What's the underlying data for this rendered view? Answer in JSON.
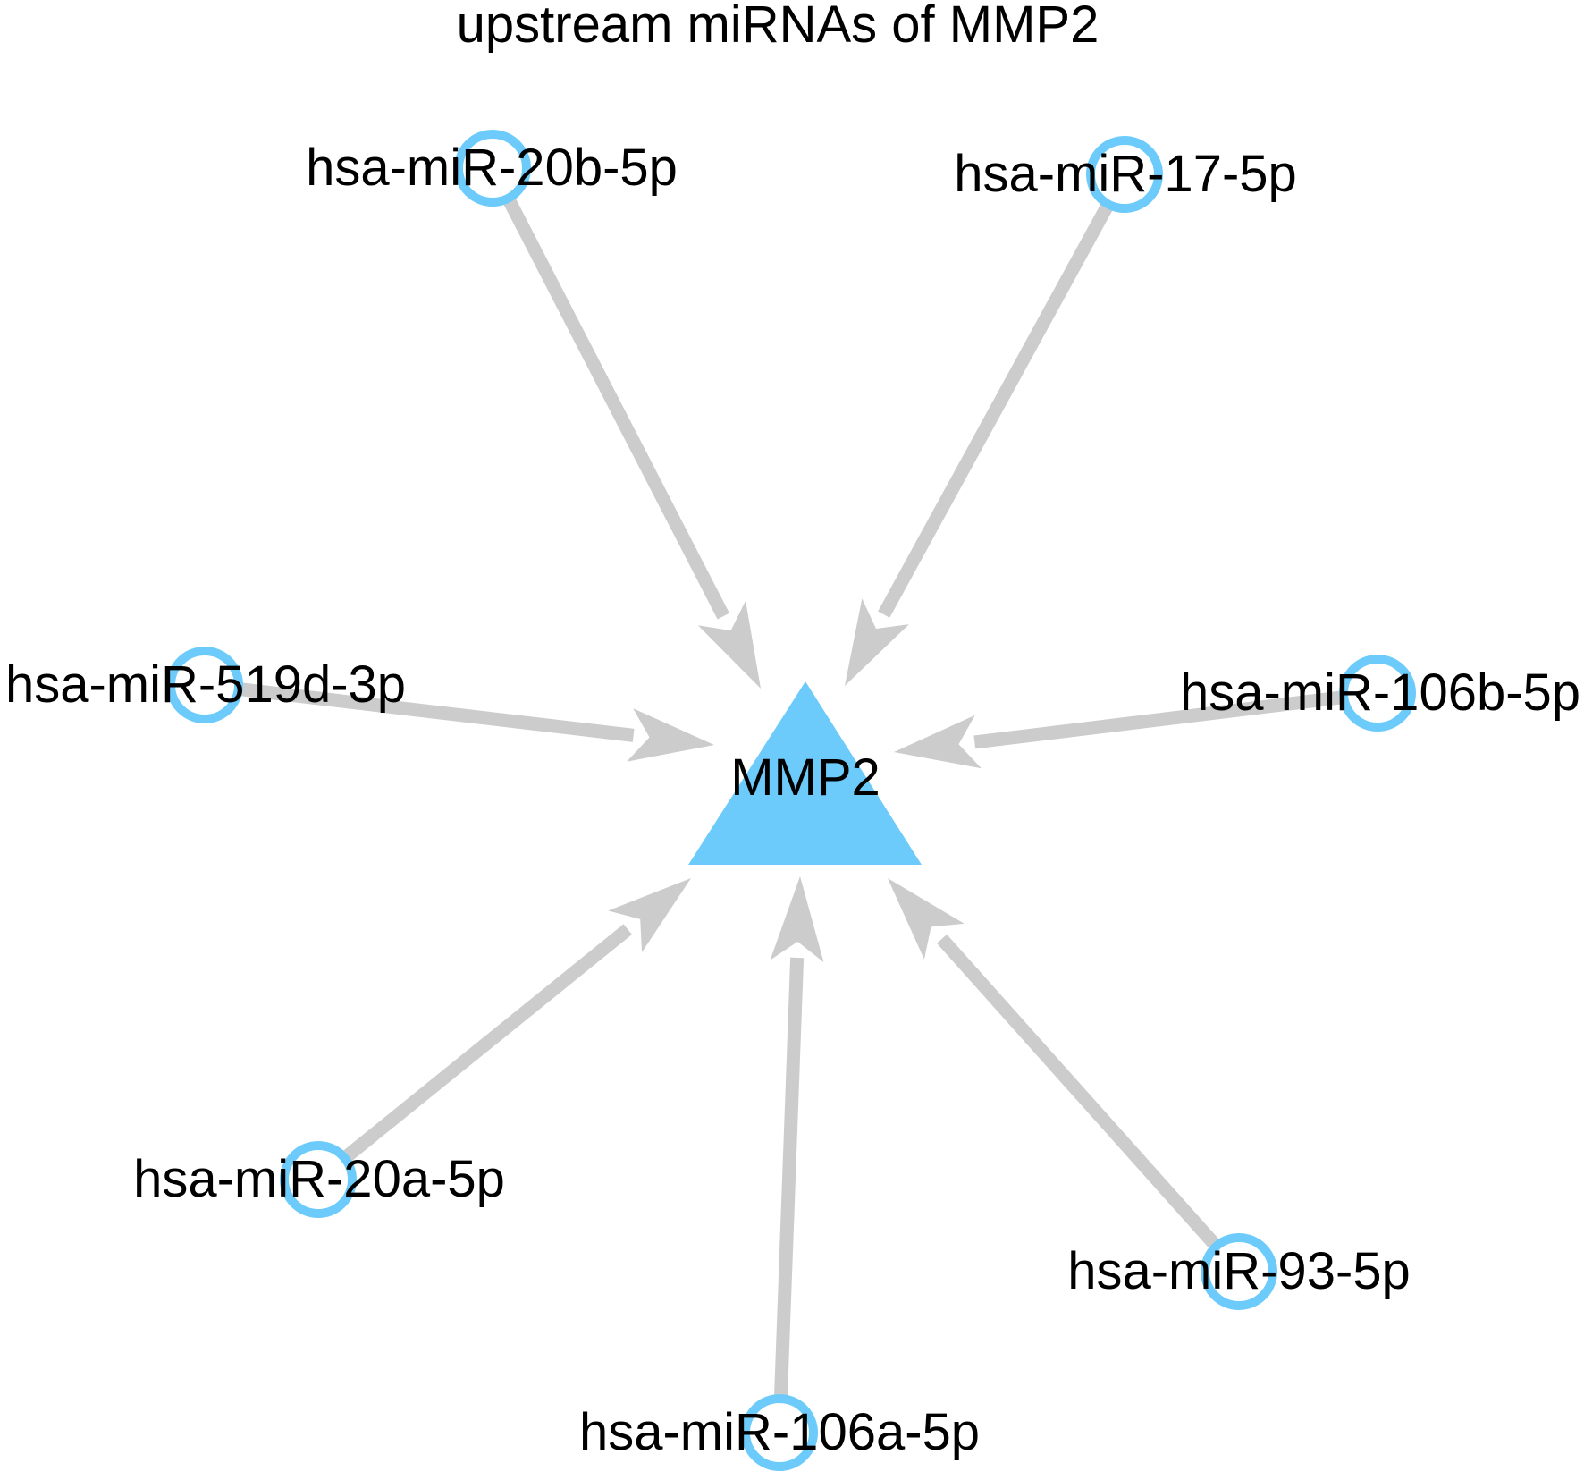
{
  "title": "upstream miRNAs of MMP2",
  "colors": {
    "node": "#6ccbfb",
    "edge": "#cccccc",
    "text": "#000000",
    "background": "#ffffff"
  },
  "hub": {
    "label": "MMP2",
    "shape": "triangle"
  },
  "mirnas": [
    {
      "label": "hsa-miR-20b-5p",
      "shape": "circle-outline"
    },
    {
      "label": "hsa-miR-17-5p",
      "shape": "circle-outline"
    },
    {
      "label": "hsa-miR-519d-3p",
      "shape": "circle-outline"
    },
    {
      "label": "hsa-miR-106b-5p",
      "shape": "circle-outline"
    },
    {
      "label": "hsa-miR-20a-5p",
      "shape": "circle-outline"
    },
    {
      "label": "hsa-miR-93-5p",
      "shape": "circle-outline"
    },
    {
      "label": "hsa-miR-106a-5p",
      "shape": "circle-outline"
    }
  ],
  "edges": [
    {
      "from": "hsa-miR-20b-5p",
      "to": "MMP2",
      "directed": true
    },
    {
      "from": "hsa-miR-17-5p",
      "to": "MMP2",
      "directed": true
    },
    {
      "from": "hsa-miR-519d-3p",
      "to": "MMP2",
      "directed": true
    },
    {
      "from": "hsa-miR-106b-5p",
      "to": "MMP2",
      "directed": true
    },
    {
      "from": "hsa-miR-20a-5p",
      "to": "MMP2",
      "directed": true
    },
    {
      "from": "hsa-miR-93-5p",
      "to": "MMP2",
      "directed": true
    },
    {
      "from": "hsa-miR-106a-5p",
      "to": "MMP2",
      "directed": true
    }
  ]
}
